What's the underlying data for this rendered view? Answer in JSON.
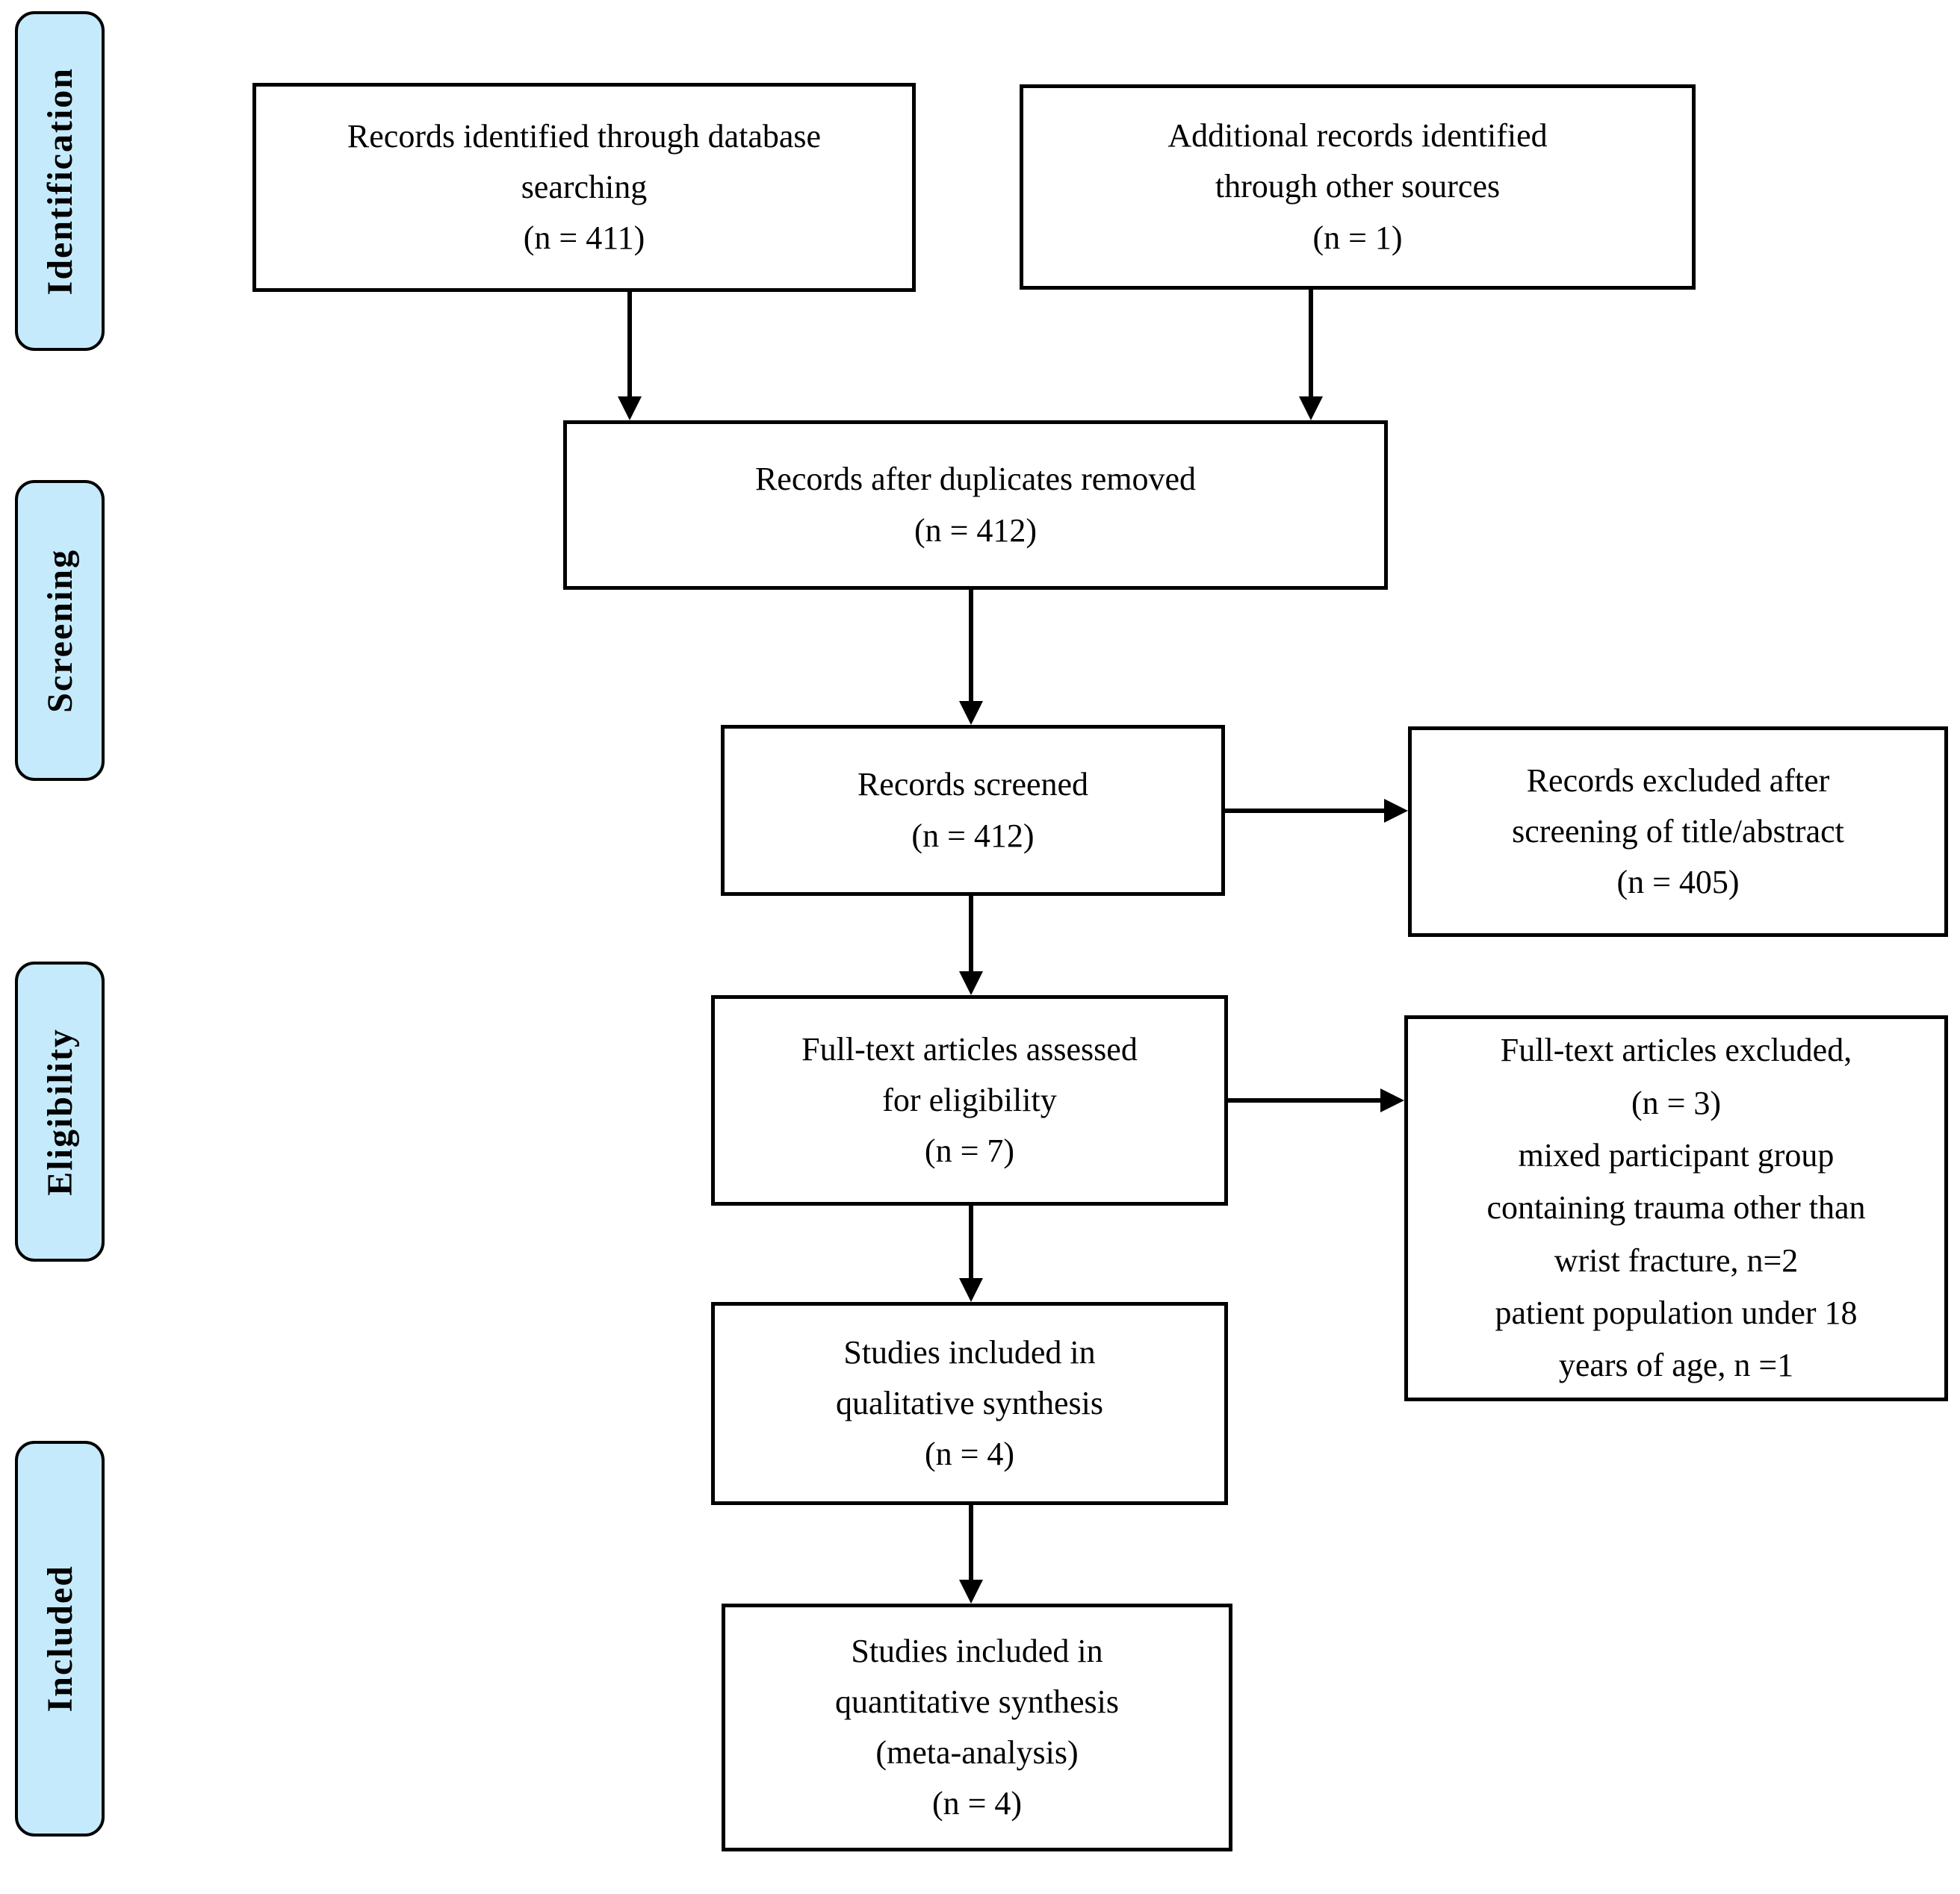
{
  "colors": {
    "background": "#ffffff",
    "stage_fill": "#c5eafb",
    "box_fill": "#ffffff",
    "border": "#000000",
    "text": "#000000"
  },
  "sidebar": {
    "stages": [
      {
        "label": "Identification"
      },
      {
        "label": "Screening"
      },
      {
        "label": "Eligibility"
      },
      {
        "label": "Included"
      }
    ]
  },
  "boxes": [
    {
      "name": "records-identified-database",
      "text": "Records identified through database\nsearching\n(n = 411)"
    },
    {
      "name": "additional-records-other-sources",
      "text": "Additional records identified\nthrough other sources\n(n = 1)"
    },
    {
      "name": "records-after-duplicates-removed",
      "text": "Records after duplicates removed\n(n = 412)"
    },
    {
      "name": "records-screened",
      "text": "Records screened\n(n = 412)"
    },
    {
      "name": "records-excluded-after-screening",
      "text": "Records excluded after\nscreening of title/abstract\n(n = 405)"
    },
    {
      "name": "full-text-articles-assessed",
      "text": "Full-text articles assessed\nfor eligibility\n(n = 7)"
    },
    {
      "name": "full-text-articles-excluded",
      "text": "Full-text articles excluded,\n(n = 3)\nmixed participant group\ncontaining trauma other than\nwrist fracture, n=2\npatient population under 18\nyears of age, n =1"
    },
    {
      "name": "studies-included-qualitative",
      "text": "Studies included in\nqualitative synthesis\n(n = 4)"
    },
    {
      "name": "studies-included-quantitative",
      "text": "Studies included in\nquantitative synthesis\n(meta-analysis)\n(n = 4)"
    }
  ]
}
